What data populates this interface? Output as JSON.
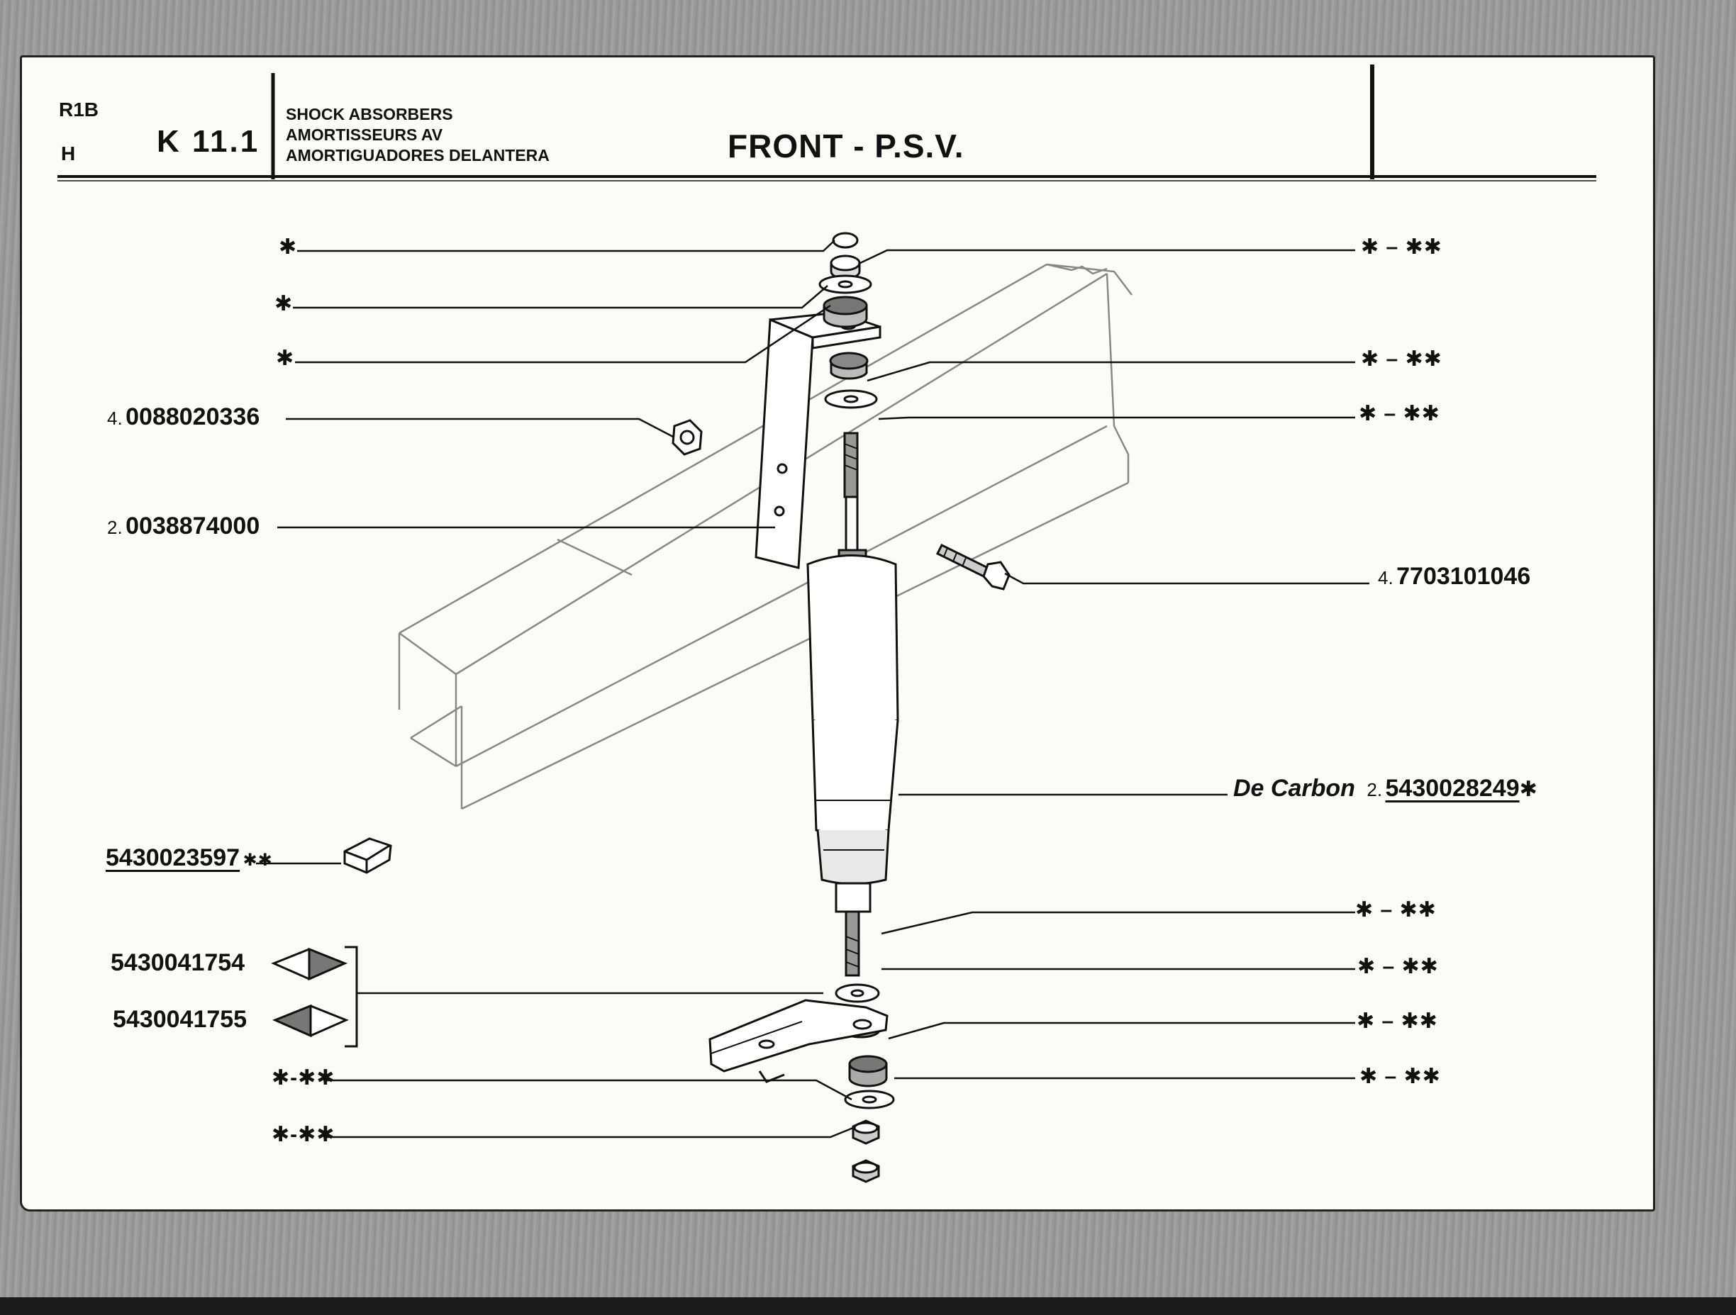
{
  "header": {
    "model": "R1B",
    "variant": "H",
    "section": "K 11.1",
    "description_lines": [
      "SHOCK ABSORBERS",
      "AMORTISSEURS AV",
      "AMORTIGUADORES DELANTERA"
    ],
    "title": "FRONT - P.S.V."
  },
  "callouts_left": [
    {
      "stars": "✱"
    },
    {
      "stars": "✱"
    },
    {
      "stars": "✱"
    }
  ],
  "parts_left": [
    {
      "qty": "4.",
      "part_number": "0088020336"
    },
    {
      "qty": "2.",
      "part_number": "0038874000"
    }
  ],
  "callouts_right": [
    {
      "stars": "✱ – ✱✱"
    },
    {
      "stars": "✱ – ✱✱"
    },
    {
      "stars": "✱ – ✱✱"
    }
  ],
  "bolt": {
    "qty": "4.",
    "part_number": "7703101046"
  },
  "shock": {
    "brand": "De Carbon",
    "qty": "2.",
    "part_number": "5430028249",
    "stars": "✱"
  },
  "kit": {
    "part_number": "5430023597",
    "stars": "✱✱"
  },
  "brackets": [
    {
      "part_number": "5430041754"
    },
    {
      "part_number": "5430041755"
    }
  ],
  "callouts_lower_right": [
    {
      "stars": "✱ – ✱✱"
    },
    {
      "stars": "✱ – ✱✱"
    },
    {
      "stars": "✱ – ✱✱"
    },
    {
      "stars": "✱ – ✱✱"
    }
  ],
  "callouts_lower_left": [
    {
      "stars": "✱-✱✱"
    },
    {
      "stars": "✱-✱✱"
    }
  ]
}
